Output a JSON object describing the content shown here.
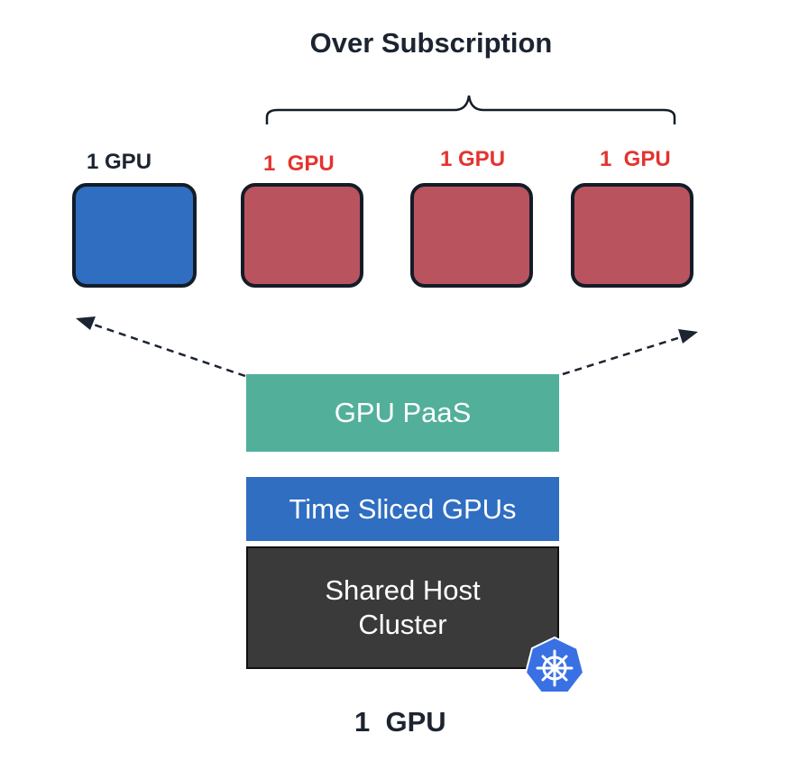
{
  "title": "Over Subscription",
  "gpus": [
    {
      "label": "1 GPU",
      "state": "allocated"
    },
    {
      "label": "1  GPU",
      "state": "oversubscribed"
    },
    {
      "label": "1 GPU",
      "state": "oversubscribed"
    },
    {
      "label": "1  GPU",
      "state": "oversubscribed"
    }
  ],
  "layers": {
    "paas": "GPU PaaS",
    "time_sliced": "Time Sliced GPUs",
    "shared_host": "Shared Host\nCluster"
  },
  "bottom_label": "1  GPU",
  "colors": {
    "allocated": "#2f6ec0",
    "oversubscribed": "#b9545f",
    "oversubscribed_label": "#e3342f",
    "paas": "#52b09a",
    "time_sliced": "#2f6ec0",
    "shared_host": "#3a3a3a",
    "kubernetes": "#3970e4"
  },
  "icons": [
    "kubernetes-icon"
  ]
}
